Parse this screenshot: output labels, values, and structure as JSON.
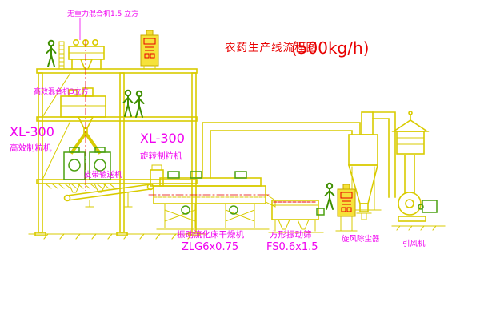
{
  "title": {
    "main": "农药生产线流程图",
    "capacity": "(500kg/h)"
  },
  "labels": {
    "top_mixer": "无重力混合机1.5 立方",
    "floor_mixer": "高效混合机3立方",
    "granulator_left_model": "XL-300",
    "granulator_left_name": "高效制粒机",
    "granulator_right_model": "XL-300",
    "granulator_right_name": "旋转制粒机",
    "belt_conveyor": "皮带输送机",
    "dryer_name": "振动流化床干燥机",
    "dryer_model": "ZLG6x0.75",
    "sieve_name": "方形振动筛",
    "sieve_model": "FS0.6x1.5",
    "cyclone": "旋风除尘器",
    "fan": "引风机"
  },
  "colors": {
    "structure": "#d9cb00",
    "machine_green": "#4aa010",
    "label": "#f000f0",
    "title": "#e80000",
    "panel_fill": "#f6e23a",
    "panel_stroke": "#c7a900",
    "figure": "#3f8f00"
  }
}
